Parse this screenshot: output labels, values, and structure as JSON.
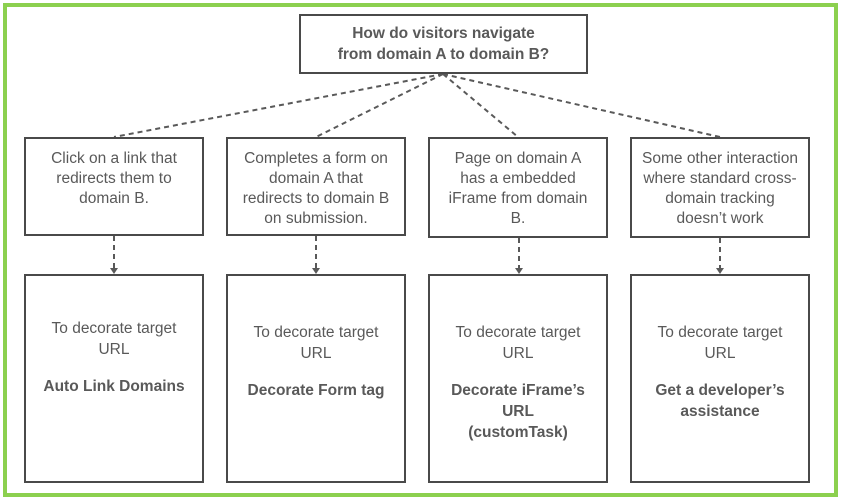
{
  "question": {
    "line1": "How do visitors navigate",
    "line2": "from domain A to domain B?"
  },
  "options": [
    {
      "lines": [
        "Click on a link that",
        "redirects them to",
        "domain B."
      ]
    },
    {
      "lines": [
        "Completes a form on",
        "domain A that",
        "redirects to domain B",
        "on submission."
      ]
    },
    {
      "lines": [
        "Page on domain A",
        "has a embedded",
        "iFrame from domain",
        "B."
      ]
    },
    {
      "lines": [
        "Some other interaction",
        "where standard cross-",
        "domain tracking",
        "doesn’t work"
      ]
    }
  ],
  "results": [
    {
      "intro": [
        "To decorate target",
        "URL"
      ],
      "solution": [
        "Auto Link Domains"
      ]
    },
    {
      "intro": [
        "To decorate target",
        "URL"
      ],
      "solution": [
        "Decorate Form tag"
      ]
    },
    {
      "intro": [
        "To decorate target",
        "URL"
      ],
      "solution": [
        "Decorate iFrame’s",
        "URL",
        "(customTask)"
      ]
    },
    {
      "intro": [
        "To decorate target",
        "URL"
      ],
      "solution": [
        "Get a developer’s",
        "assistance"
      ]
    }
  ],
  "colors": {
    "frame": "#8cd04f",
    "box_border": "#4a4a4a",
    "text": "#595959",
    "connector": "#595959"
  }
}
